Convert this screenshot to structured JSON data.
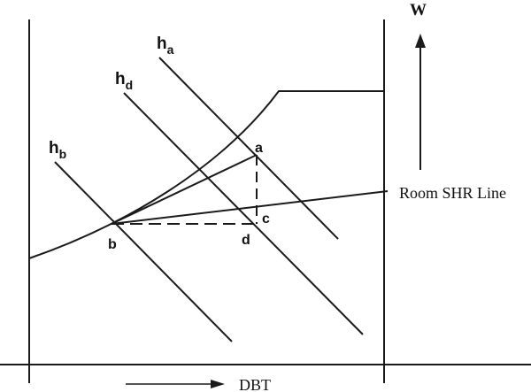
{
  "labels": {
    "h_a": {
      "main": "h",
      "sub": "a"
    },
    "h_d": {
      "main": "h",
      "sub": "d"
    },
    "h_b": {
      "main": "h",
      "sub": "b"
    },
    "point_a": "a",
    "point_b": "b",
    "point_c": "c",
    "point_d": "d",
    "w_axis": "W",
    "dbt_axis": "DBT",
    "room_shr_line": "Room SHR Line"
  },
  "colors": {
    "stroke": "#1a1a1a",
    "text": "#111111",
    "background": "#ffffff"
  }
}
